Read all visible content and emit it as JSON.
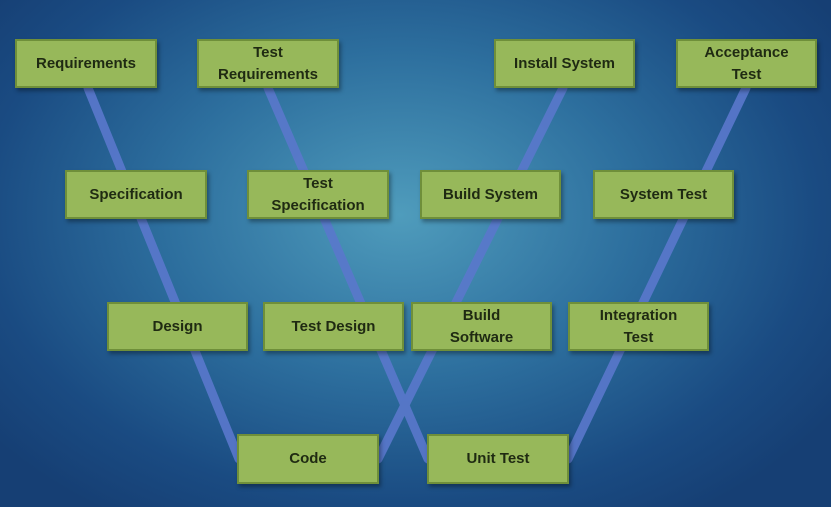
{
  "diagram": {
    "boxes": {
      "requirements": "Requirements",
      "test_requirements": "Test\nRequirements",
      "install_system": "Install System",
      "acceptance_test": "Acceptance\nTest",
      "specification": "Specification",
      "test_specification": "Test\nSpecification",
      "build_system": "Build System",
      "system_test": "System Test",
      "design": "Design",
      "test_design": "Test Design",
      "build_software": "Build\nSoftware",
      "integration_test": "Integration\nTest",
      "code": "Code",
      "unit_test": "Unit Test"
    },
    "colors": {
      "box_fill": "#97b85a",
      "box_border": "#6f8f3a",
      "connector": "#4f6fc4",
      "background": "#2d6f9e"
    }
  }
}
